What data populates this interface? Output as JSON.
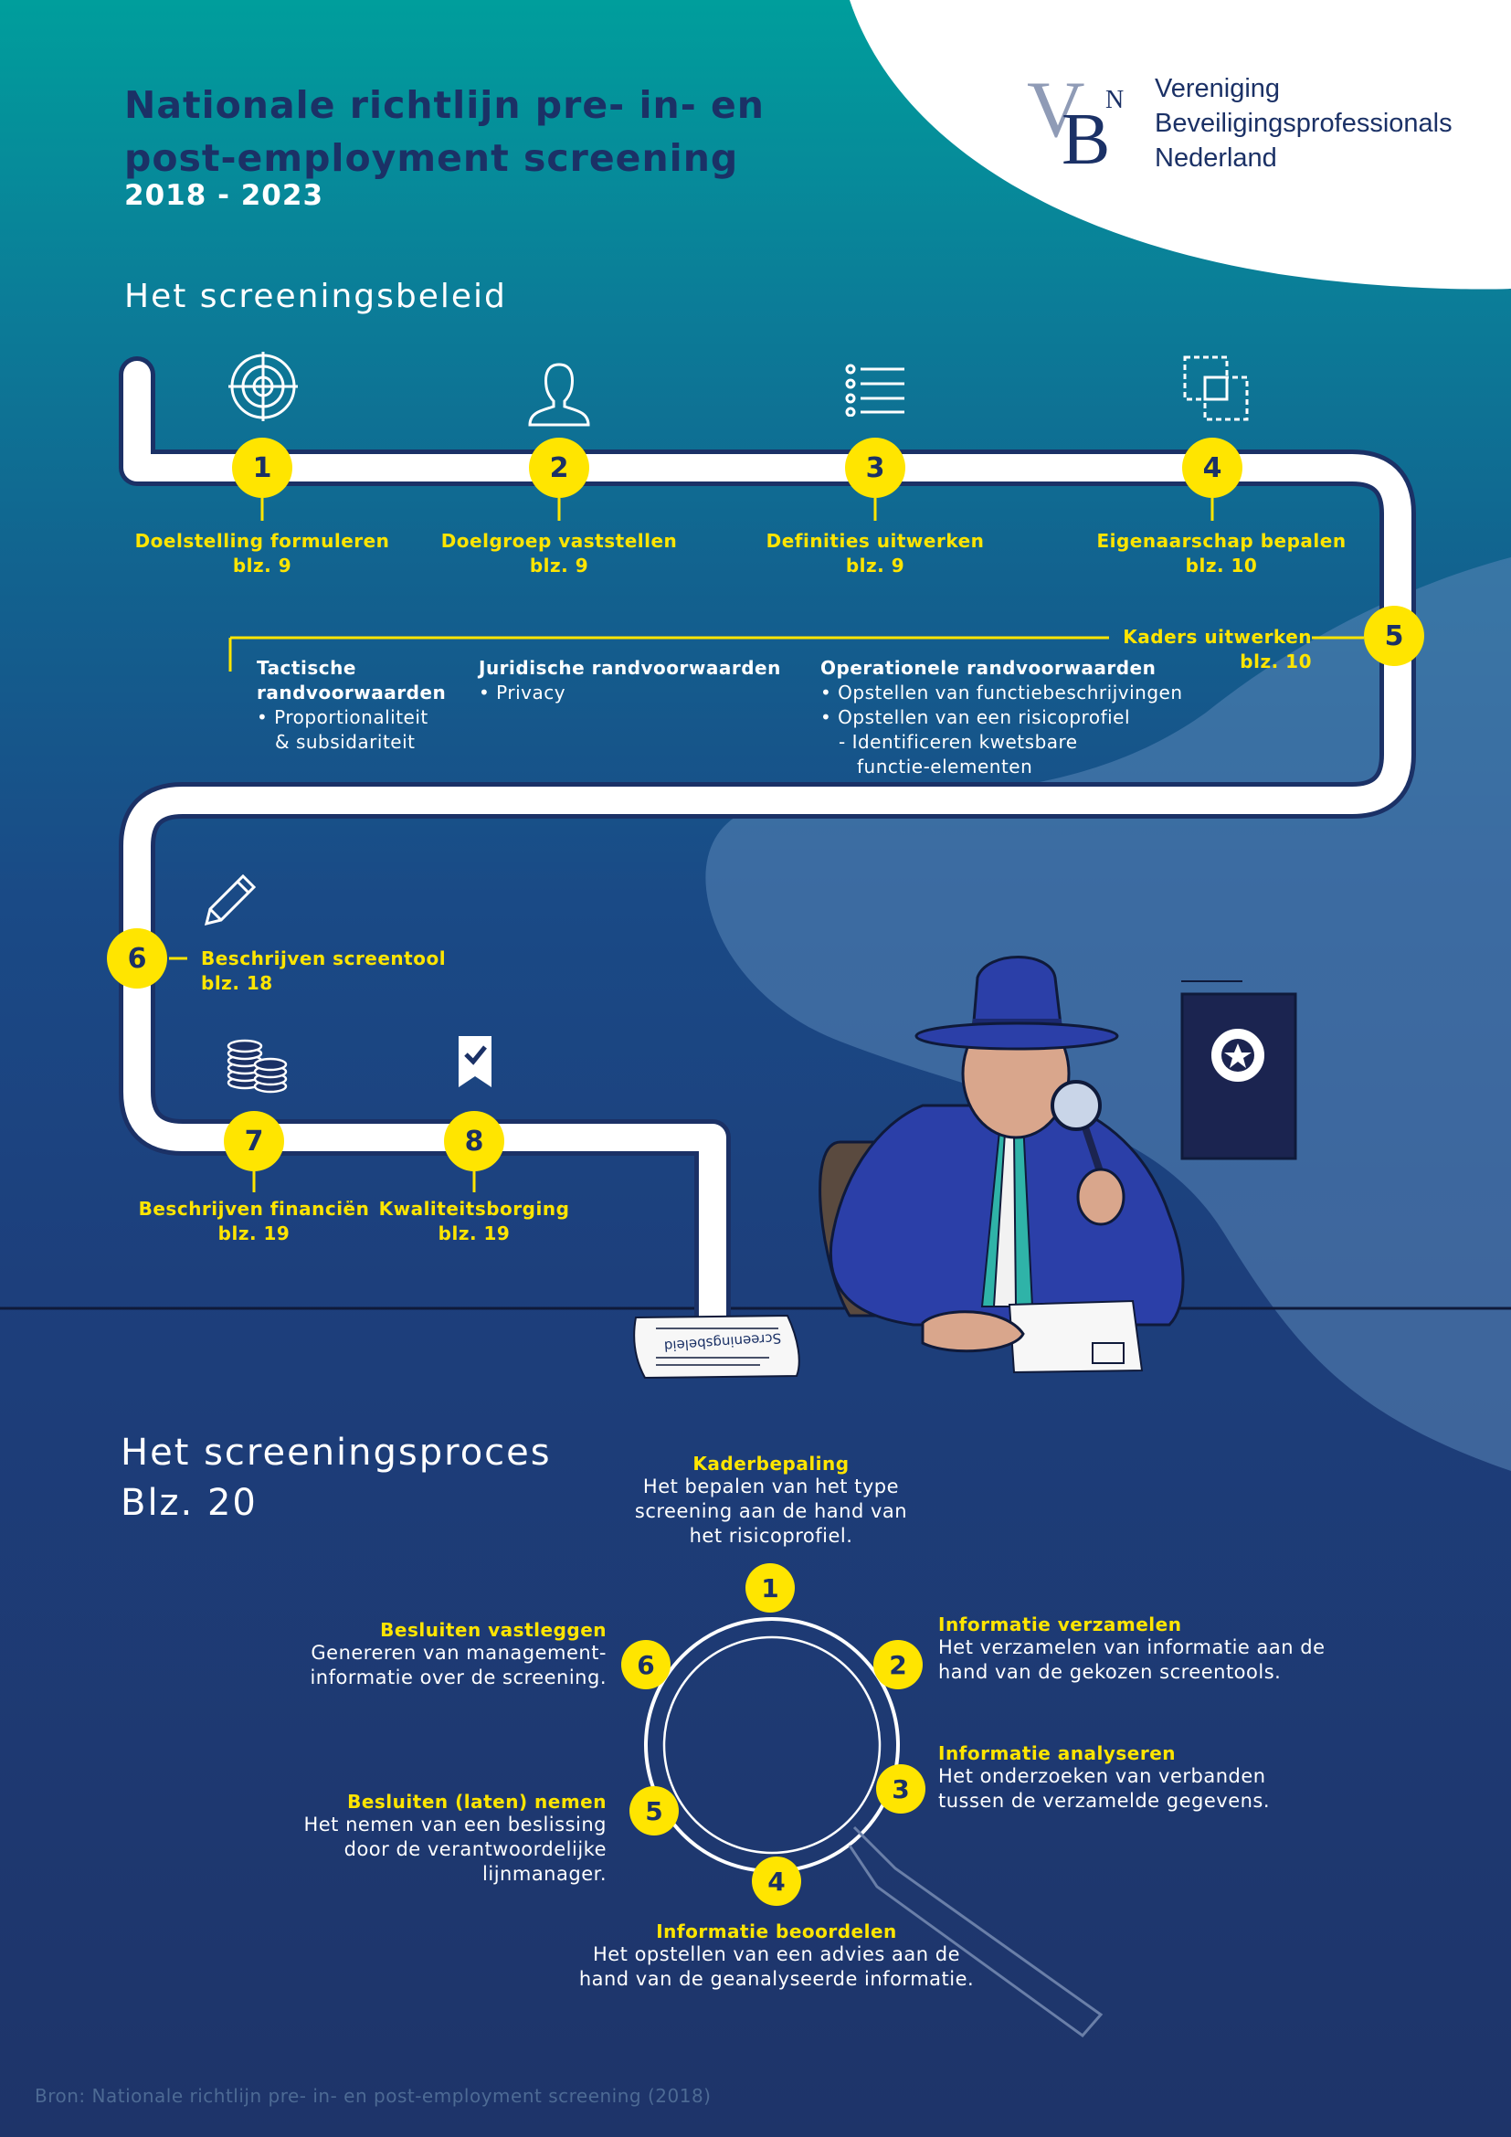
{
  "header": {
    "title_line1": "Nationale richtlijn pre- in- en",
    "title_line2": "post-employment screening",
    "years": "2018 - 2023"
  },
  "logo": {
    "monogram_v": "V",
    "monogram_b": "B",
    "monogram_n": "N",
    "line1": "Vereniging",
    "line2": "Beveiligingsprofessionals",
    "line3": "Nederland"
  },
  "policy": {
    "heading": "Het screeningsbeleid",
    "steps": [
      {
        "number": "1",
        "label": "Doelstelling formuleren",
        "page": "blz. 9",
        "icon": "target-icon"
      },
      {
        "number": "2",
        "label": "Doelgroep vaststellen",
        "page": "blz. 9",
        "icon": "person-icon"
      },
      {
        "number": "3",
        "label": "Definities uitwerken",
        "page": "blz. 9",
        "icon": "list-icon"
      },
      {
        "number": "4",
        "label": "Eigenaarschap bepalen",
        "page": "blz. 10",
        "icon": "ownership-icon"
      },
      {
        "number": "5",
        "label": "Kaders uitwerken",
        "page": "blz. 10"
      },
      {
        "number": "6",
        "label": "Beschrijven screentool",
        "page": "blz. 18",
        "icon": "pencil-icon"
      },
      {
        "number": "7",
        "label": "Beschrijven financiën",
        "page": "blz. 19",
        "icon": "coins-icon"
      },
      {
        "number": "8",
        "label": "Kwaliteitsborging",
        "page": "blz. 19",
        "icon": "badge-check-icon"
      }
    ],
    "frameworks": {
      "tactical": {
        "title_line1": "Tactische",
        "title_line2": "randvoorwaarden",
        "item_line1": "•  Proportionaliteit",
        "item_line2": "& subsidariteit"
      },
      "legal": {
        "title": "Juridische randvoorwaarden",
        "item": "• Privacy"
      },
      "operational": {
        "title": "Operationele randvoorwaarden",
        "item1": "• Opstellen van functiebeschrijvingen",
        "item2": "• Opstellen van een risicoprofiel",
        "sub_line1": "- Identificeren kwetsbare",
        "sub_line2": "functie-elementen"
      }
    },
    "document_label": "Screeningsbeleid"
  },
  "process": {
    "heading_line1": "Het screeningsproces",
    "heading_line2": "Blz. 20",
    "steps": [
      {
        "number": "1",
        "title": "Kaderbepaling",
        "body_lines": [
          "Het bepalen van het type",
          "screening aan de hand van",
          "het risicoprofiel."
        ]
      },
      {
        "number": "2",
        "title": "Informatie verzamelen",
        "body_lines": [
          "Het verzamelen van informatie aan de",
          "hand van de gekozen screentools."
        ]
      },
      {
        "number": "3",
        "title": "Informatie analyseren",
        "body_lines": [
          "Het onderzoeken van verbanden",
          "tussen de verzamelde gegevens."
        ]
      },
      {
        "number": "4",
        "title": "Informatie beoordelen",
        "body_lines": [
          "Het opstellen van een advies aan de",
          "hand van de geanalyseerde informatie."
        ]
      },
      {
        "number": "5",
        "title": "Besluiten (laten) nemen",
        "body_lines": [
          "Het nemen van een beslissing",
          "door de verantwoordelijke",
          "lijnmanager."
        ]
      },
      {
        "number": "6",
        "title": "Besluiten vastleggen",
        "body_lines": [
          "Genereren van management-",
          "informatie over de screening."
        ]
      }
    ]
  },
  "footer": "Bron: Nationale richtlijn pre- in- en post-employment screening (2018)",
  "colors": {
    "accent_yellow": "#ffe500",
    "navy": "#1b3166",
    "teal": "#009e9c"
  }
}
